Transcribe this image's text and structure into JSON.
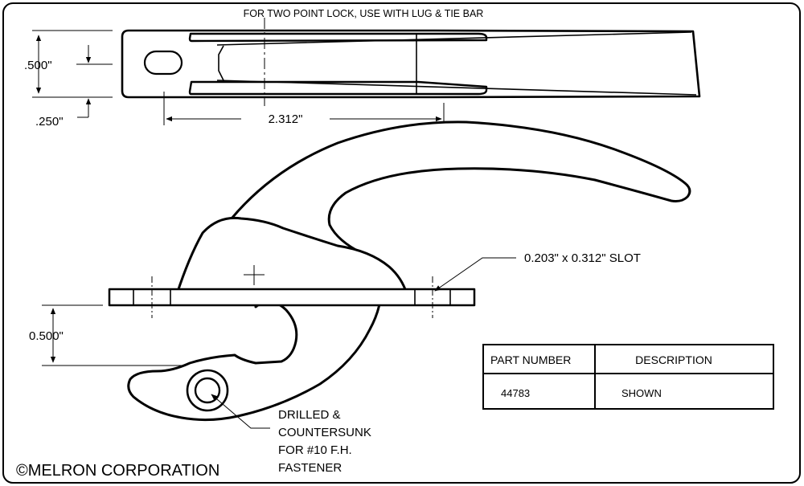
{
  "notes": {
    "top_note": "FOR TWO POINT LOCK, USE WITH LUG & TIE BAR"
  },
  "dimensions": {
    "height_500": ".500\"",
    "height_250": ".250\"",
    "length_2312": "2.312\"",
    "offset_0500": "0.500\""
  },
  "callouts": {
    "slot": "0.203\" x 0.312\" SLOT",
    "drilled": [
      "DRILLED &",
      "COUNTERSUNK",
      "FOR #10 F.H.",
      "FASTENER"
    ]
  },
  "table": {
    "headers": [
      "PART NUMBER",
      "DESCRIPTION"
    ],
    "rows": [
      [
        "44783",
        "SHOWN"
      ]
    ]
  },
  "copyright": "©MELRON CORPORATION"
}
